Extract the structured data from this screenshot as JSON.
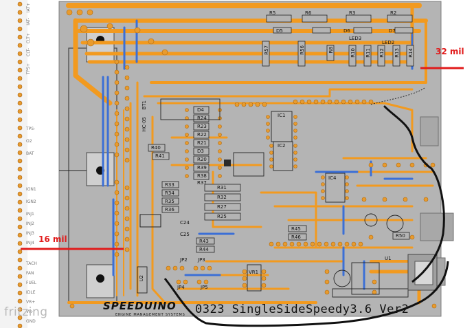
{
  "app": {
    "watermark": "fritzing"
  },
  "board": {
    "title": "0323 SingleSideSpeedy3.6 Ver2",
    "logo": "SPEEDUINO",
    "logo_subtitle": "ENGINE MANAGEMENT SYSTEMS",
    "colors": {
      "board": "#b4b4b4",
      "trace": "#f29a1f",
      "pad": "#e89b2e",
      "jumper": "#3b6fd6",
      "annotation": "#e11b1b"
    }
  },
  "annotations": {
    "trace_32": "32 mil",
    "trace_16": "16 mil"
  },
  "components": {
    "resistors_top": [
      "R5",
      "R6",
      "R3",
      "R2",
      "R57",
      "R56",
      "R8",
      "R10",
      "R11",
      "R12",
      "R13",
      "R14"
    ],
    "leds": [
      "D5",
      "D6",
      "D7",
      "LED3",
      "LED2"
    ],
    "ics": [
      "IC1",
      "IC2",
      "IC4",
      "VR1",
      "U1",
      "U2"
    ],
    "resistor_column": [
      "D4",
      "R24",
      "R23",
      "R22",
      "R21",
      "D3",
      "R20",
      "R39",
      "R38",
      "R37"
    ],
    "resistor_block": [
      "R31",
      "R32",
      "R27",
      "R25"
    ],
    "left_resistors": [
      "R33",
      "R34",
      "R35",
      "R36"
    ],
    "misc": [
      "R40",
      "R41",
      "BT1",
      "HC-05",
      "C24",
      "C25",
      "JP2",
      "JP3",
      "JP4",
      "JP5",
      "R50"
    ],
    "bottom_resistors": [
      "R43",
      "R44",
      "R45",
      "R46"
    ]
  },
  "edge_labels": [
    "IAT+",
    "IAT-",
    "CLT+",
    "CLT-",
    "TPS+",
    "TPS-",
    "O2",
    "BAT",
    "IGN1",
    "IGN2",
    "INJ1",
    "INJ2",
    "INJ3",
    "INJ4",
    "TACH",
    "FAN",
    "FUEL",
    "IDLE",
    "VR+",
    "VR-",
    "GND"
  ]
}
